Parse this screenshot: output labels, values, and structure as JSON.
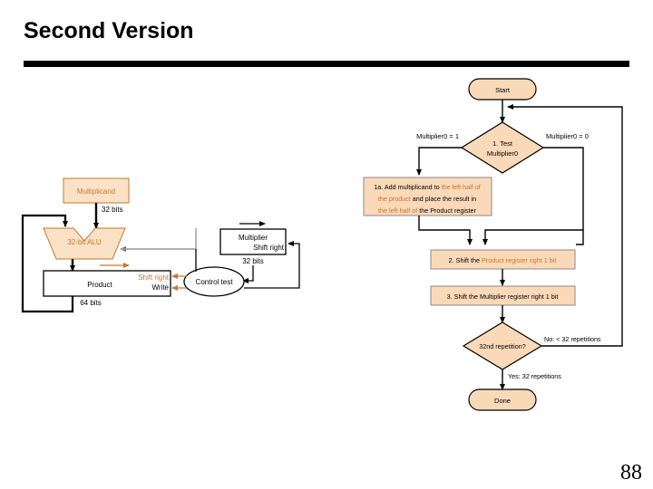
{
  "slide": {
    "title": "Second Version",
    "page_number": "88"
  },
  "colors": {
    "fill_peach": "#FAD9B8",
    "fill_peach_light": "#FBE2C6",
    "stroke_orange": "#C8762A",
    "text_orange": "#D2792B",
    "stroke_black": "#000000",
    "stroke_gray": "#A6A6A6",
    "rule_black": "#000000"
  },
  "datapath": {
    "title": "multiplier-datapath",
    "multiplicand_box": {
      "label": "Multiplicand",
      "bus_label": "32 bits"
    },
    "alu": {
      "label": "32-bit ALU"
    },
    "product_box": {
      "label": "Product",
      "control_shift": "Shift right",
      "control_write": "Write",
      "bus_label": "64 bits"
    },
    "multiplier_box": {
      "label": "Multiplier",
      "control_shift": "Shift right",
      "bus_label": "32 bits"
    },
    "control": {
      "label": "Control test"
    }
  },
  "flowchart": {
    "title": "multiplication-algorithm-flowchart",
    "start": "Start",
    "test": {
      "line1": "1. Test",
      "line2": "Multiplier0",
      "branch_left": "Multiplier0 = 1",
      "branch_right": "Multiplier0 = 0"
    },
    "step1a": {
      "line1_black": "1a. Add multiplicand to ",
      "line1_orange": "the left half of",
      "line2_orange": "the product",
      "line2_black": " and place the result in",
      "line3_orange": "the left half of ",
      "line3_black": "the Product register"
    },
    "step2": {
      "black": "2. Shift the ",
      "orange": "Product register right 1 bit"
    },
    "step3": {
      "text": "3. Shift the Multiplier register right 1 bit"
    },
    "decision": {
      "label": "32nd repetition?",
      "branch_no": "No: < 32 repetitions",
      "branch_yes": "Yes: 32 repetitions"
    },
    "done": "Done"
  }
}
